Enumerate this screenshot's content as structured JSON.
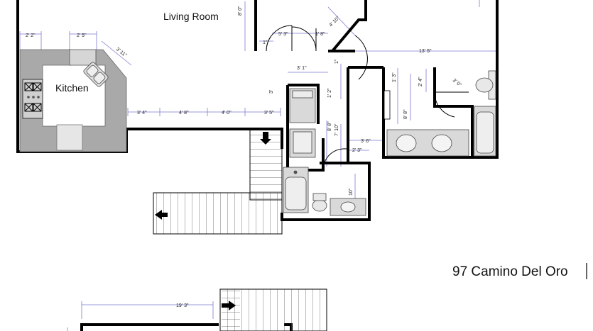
{
  "rooms": {
    "living_room": "Living Room",
    "kitchen": "Kitchen"
  },
  "address": "97 Camino Del Oro",
  "dimensions": {
    "d_8ft": "8' 0\"",
    "d_2_2": "2' 2\"",
    "d_2_5": "2' 5\"",
    "d_3_11": "3' 11\"",
    "d_5_3": "5' 3\"",
    "d_1_8": "1' 8\"",
    "d_4_10": "4' 10\"",
    "d_1a": "1\"",
    "d_1b": "1\"",
    "d_13_5": "13' 5\"",
    "d_3_1": "3' 1\"",
    "d_1_2": "1' 2\"",
    "d_1_3": "1' 3\"",
    "d_2_4": "2' 4\"",
    "d_3_0": "3' 0\"",
    "d_3_4": "3' 4\"",
    "d_4_8": "4' 8\"",
    "d_4_0": "4' 0\"",
    "d_3_5": "3' 5\"",
    "d_3_a": "3'",
    "d_8_8a": "8' 8\"",
    "d_7_10": "7' 10\"",
    "d_8_8b": "8' 8\"",
    "d_3_6": "3' 6\"",
    "d_2_3": "2' 3\"",
    "d_10": "10\"",
    "d_19_3": "19' 3\""
  },
  "colors": {
    "wall": "#000000",
    "fixture_gray": "#a9a9a9",
    "fixture_light": "#d9d9d9",
    "dimension_line": "#7a7ad0"
  }
}
